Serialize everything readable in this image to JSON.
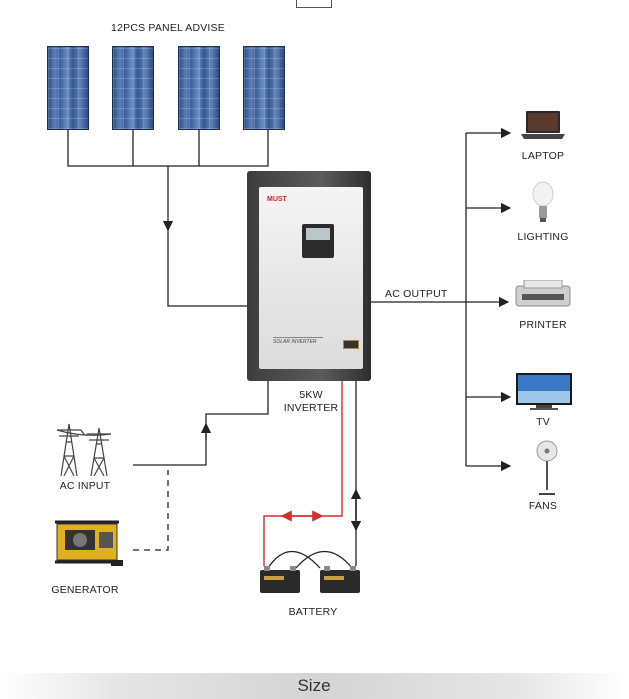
{
  "labels": {
    "panels": "12PCS PANEL ADVISE",
    "inverter_line1": "5KW",
    "inverter_line2": "INVERTER",
    "ac_output": "AC OUTPUT",
    "ac_input": "AC INPUT",
    "generator": "GENERATOR",
    "battery": "BATTERY",
    "size": "Size"
  },
  "inverter": {
    "brand": "MUST",
    "panel_text": "SOLAR INVERTER"
  },
  "loads": [
    "LAPTOP",
    "LIGHTING",
    "PRINTER",
    "TV",
    "FANS"
  ],
  "colors": {
    "wire": "#222222",
    "battery_wire": "#d32f2f",
    "panel_blue": "#3b5f9a",
    "brand_red": "#c62828"
  }
}
